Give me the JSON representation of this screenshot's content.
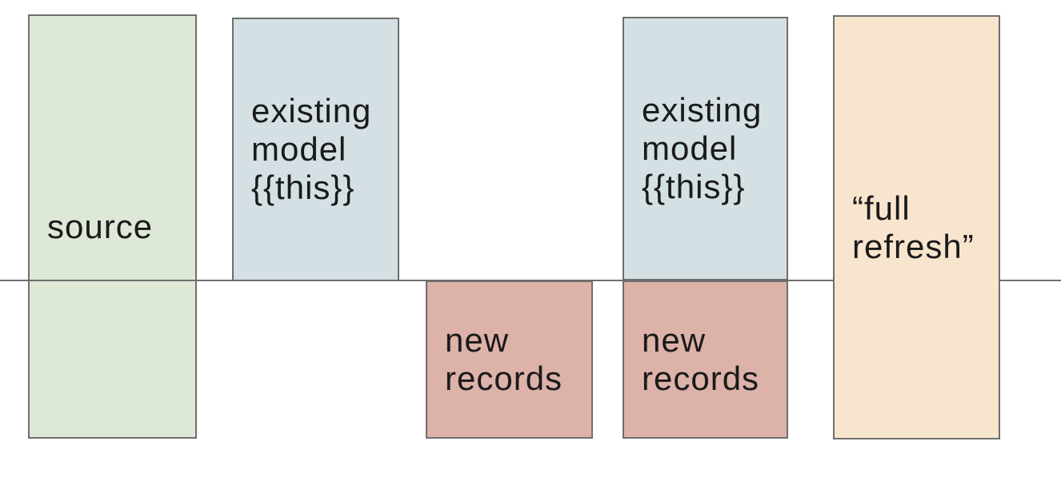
{
  "diagram": {
    "colors": {
      "background": "#ffffff",
      "border": "#6e6e6e",
      "baseline_line": "#6e6e6e",
      "source_fill": "#dde9d6",
      "existing_model_fill": "#d5e0e4",
      "new_records_fill": "#dcb2a9",
      "full_refresh_fill": "#f8e5ce",
      "text": "#1a1a1a"
    },
    "boxes": [
      {
        "id": "source",
        "label": "source"
      },
      {
        "id": "existing-model-1",
        "label": "existing\nmodel\n{{this}}"
      },
      {
        "id": "new-records-1",
        "label": "new\nrecords"
      },
      {
        "id": "existing-model-2",
        "label": "existing\nmodel\n{{this}}"
      },
      {
        "id": "new-records-2",
        "label": "new\nrecords"
      },
      {
        "id": "full-refresh",
        "label": "“full\nrefresh”"
      }
    ]
  }
}
